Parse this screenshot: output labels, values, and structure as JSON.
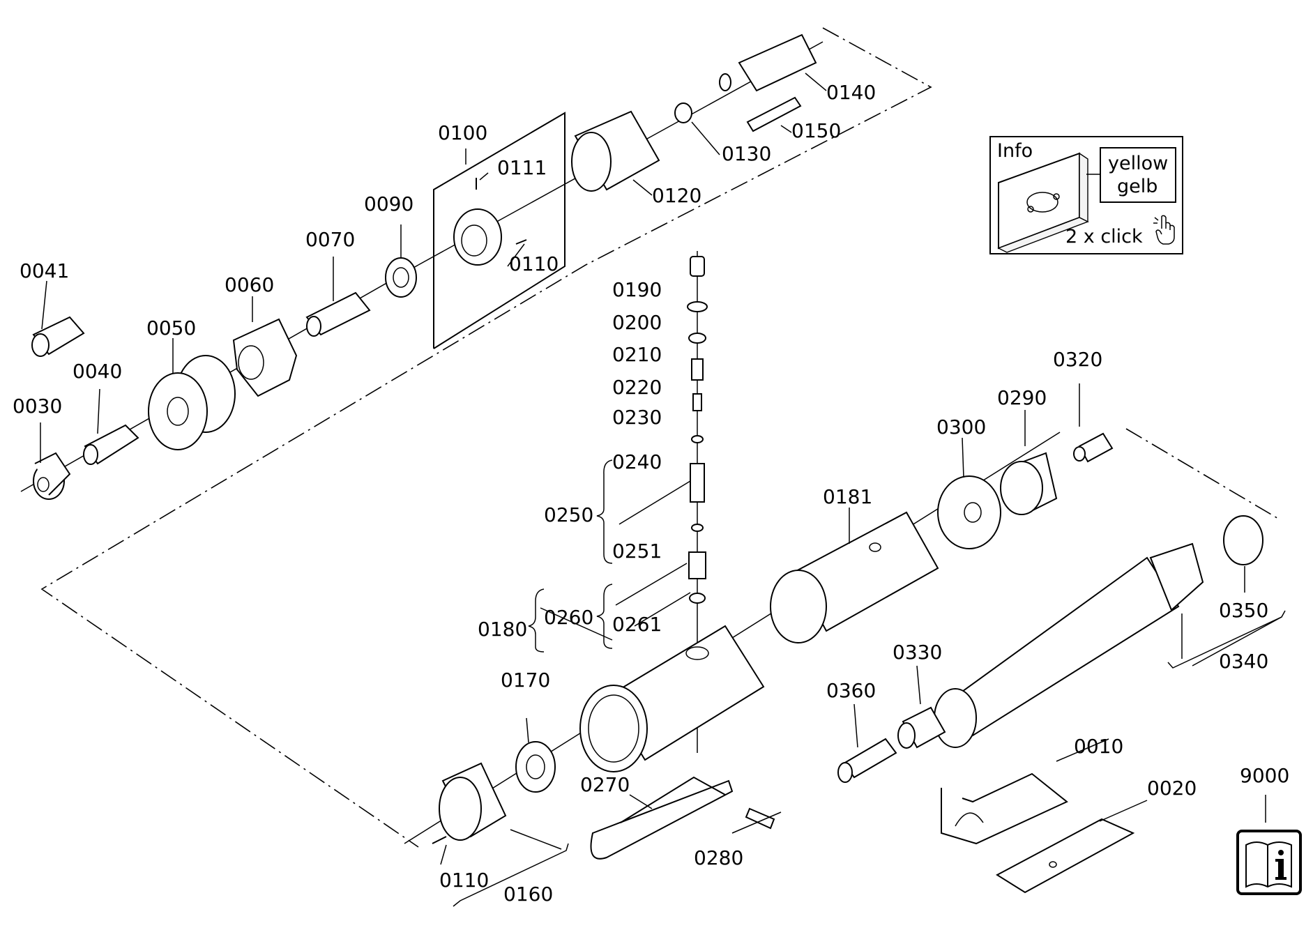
{
  "part_labels": [
    "0041",
    "0030",
    "0040",
    "0050",
    "0060",
    "0070",
    "0090",
    "0100",
    "0111",
    "0110",
    "0120",
    "0130",
    "0140",
    "0150",
    "0190",
    "0200",
    "0210",
    "0220",
    "0230",
    "0240",
    "0250",
    "0251",
    "0180",
    "0260",
    "0261",
    "0181",
    "0300",
    "0290",
    "0320",
    "0350",
    "0340",
    "0330",
    "0360",
    "0170",
    "0270",
    "0280",
    "0110",
    "0160",
    "0010",
    "0020",
    "9000"
  ],
  "info_box": {
    "title": "Info",
    "color_en": "yellow",
    "color_de": "gelb",
    "action": "2 x click"
  },
  "icons": [
    "hand-pointer-icon",
    "manual-book-info-icon"
  ]
}
